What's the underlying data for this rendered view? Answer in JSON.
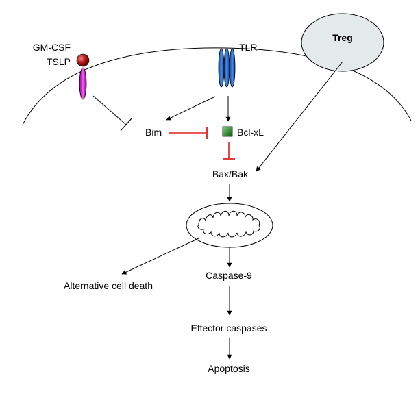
{
  "diagram": {
    "labels": {
      "gmcsf": "GM-CSF",
      "tslp": "TSLP",
      "tlr": "TLR",
      "treg": "Treg",
      "bim": "Bim",
      "bclxl": "Bcl-xL",
      "baxbak": "Bax/Bak",
      "alt_death": "Alternative cell death",
      "caspase9": "Caspase-9",
      "effector": "Effector caspases",
      "apoptosis": "Apoptosis"
    },
    "colors": {
      "inhibition_red": "#e0201c",
      "line": "#000000",
      "treg_fill": "#e4e9ea",
      "tlr_blue": "#2f6fd6",
      "receptor_magenta": "#cc22cc",
      "ligand_red": "#a01010",
      "bclxl_green": "#1f8a1f"
    }
  }
}
